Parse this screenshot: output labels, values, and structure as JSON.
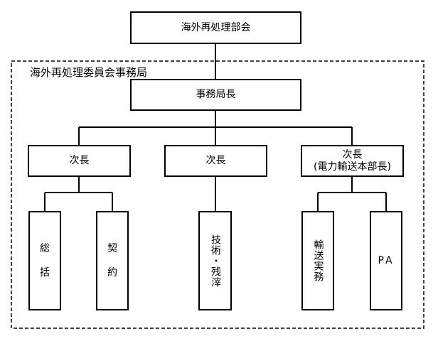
{
  "top": {
    "label": "海外再処理部会"
  },
  "secretariat": {
    "title": "海外再処理委員会事務局",
    "director": "事務局長",
    "deputies": [
      {
        "label": "次長"
      },
      {
        "label": "次長"
      },
      {
        "label_line1": "次長",
        "label_line2": "(電力輸送本部長)"
      }
    ],
    "units": [
      {
        "label": "総\n括"
      },
      {
        "label": "契\n約"
      },
      {
        "label": "技術・残滓"
      },
      {
        "label": "輸送実務"
      },
      {
        "label": "PA"
      }
    ]
  }
}
